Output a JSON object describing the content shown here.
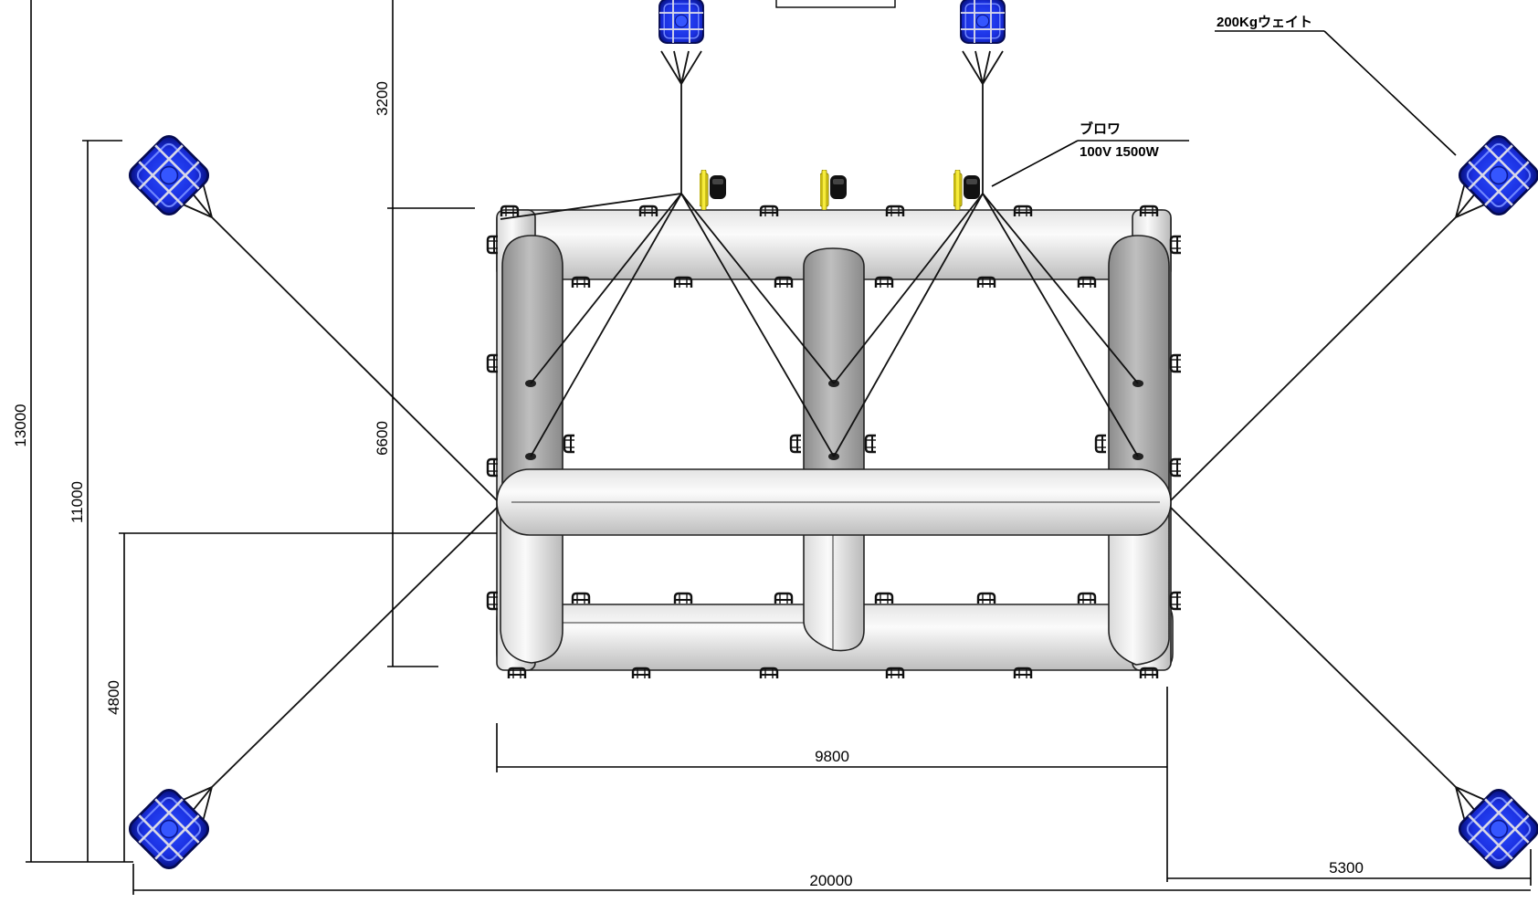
{
  "labels": {
    "weight_label": "200Kgウェイト",
    "blower_title": "ブロワ",
    "blower_spec": "100V  1500W"
  },
  "dimensions": {
    "overall_height": "13000",
    "anchor_span_height": "11000",
    "lower_anchor_offset": "4800",
    "top_clearance": "3200",
    "raft_depth": "6600",
    "raft_width": "9800",
    "overall_width": "20000",
    "side_clearance": "5300"
  },
  "colors": {
    "weight_blue": "#1a2fe0",
    "weight_dark": "#0a1690",
    "blower_yellow": "#f2e21a",
    "tube_light": "#f2f2f2",
    "tube_dark": "#9a9a9a"
  }
}
